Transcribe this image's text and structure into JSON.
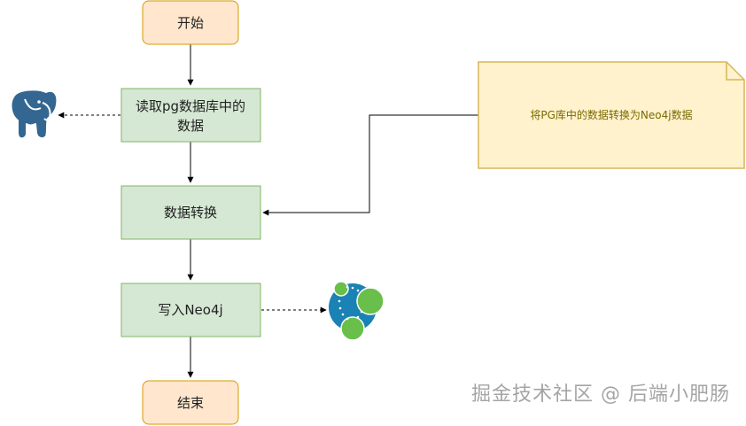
{
  "nodes": {
    "start": "开始",
    "read_line1": "读取pg数据库中的",
    "read_line2": "数据",
    "transform": "数据转换",
    "write": "写入Neo4j",
    "end": "结束"
  },
  "note": "将PG库中的数据转换为Neo4j数据",
  "icons": {
    "postgres": "postgresql-elephant-icon",
    "neo4j": "neo4j-graph-icon"
  },
  "watermark": "掘金技术社区 @ 后端小肥肠",
  "colors": {
    "terminal_fill": "#ffe6cc",
    "terminal_stroke": "#d79b00",
    "process_fill": "#d5e8d4",
    "process_stroke": "#82b366",
    "note_fill": "#fff2cc",
    "note_stroke": "#d6b656",
    "note_text": "#7a6a00",
    "postgres_blue": "#336791",
    "neo4j_blue": "#1a82b4",
    "neo4j_green": "#6abf4b"
  }
}
